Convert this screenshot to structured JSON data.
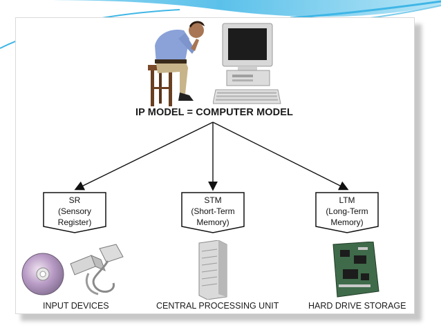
{
  "diagram": {
    "title": "IP MODEL = COMPUTER MODEL",
    "nodes": [
      {
        "id": "sr",
        "lines": [
          "SR",
          "(Sensory",
          "Register)"
        ],
        "caption": "INPUT DEVICES"
      },
      {
        "id": "stm",
        "lines": [
          "STM",
          "(Short-Term",
          "Memory)"
        ],
        "caption": "CENTRAL PROCESSING UNIT"
      },
      {
        "id": "ltm",
        "lines": [
          "LTM",
          "(Long-Term",
          "Memory)"
        ],
        "caption": "HARD DRIVE STORAGE"
      }
    ]
  },
  "colors": {
    "swoosh": "#3fb6e6",
    "box_border": "#111111",
    "arrow": "#111111"
  },
  "icons": [
    "thinking-man-picture",
    "desktop-computer-picture",
    "cd-disc-picture",
    "cable-connector-picture",
    "tower-server-picture",
    "hard-drive-picture"
  ]
}
